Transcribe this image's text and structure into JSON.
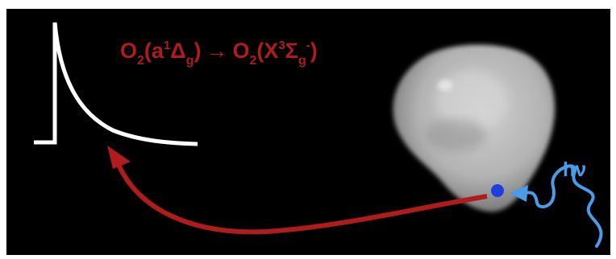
{
  "equation": {
    "o2_left": "O",
    "o2_left_sub": "2",
    "state_open": "(a",
    "singlet_sup": "1",
    "delta": "Δ",
    "delta_sub": "g",
    "state_close": ")",
    "arrow": "→",
    "o2_right": "O",
    "o2_right_sub": "2",
    "ground_open": "(X",
    "triplet_sup": "3",
    "sigma": "Σ",
    "sigma_sub": "g",
    "sigma_sup": "-",
    "ground_close": ")"
  },
  "photon": {
    "label": "hν"
  },
  "colors": {
    "background": "#000000",
    "frame": "#ffffff",
    "equation_text": "#b01c1c",
    "emission_arrow": "#b01c1c",
    "decay_curve": "#ffffff",
    "cell": "#bdbdbd",
    "excitation_spot": "#1d3fe0",
    "photon_wave": "#4a9be8",
    "photon_label": "#4a9be8"
  }
}
